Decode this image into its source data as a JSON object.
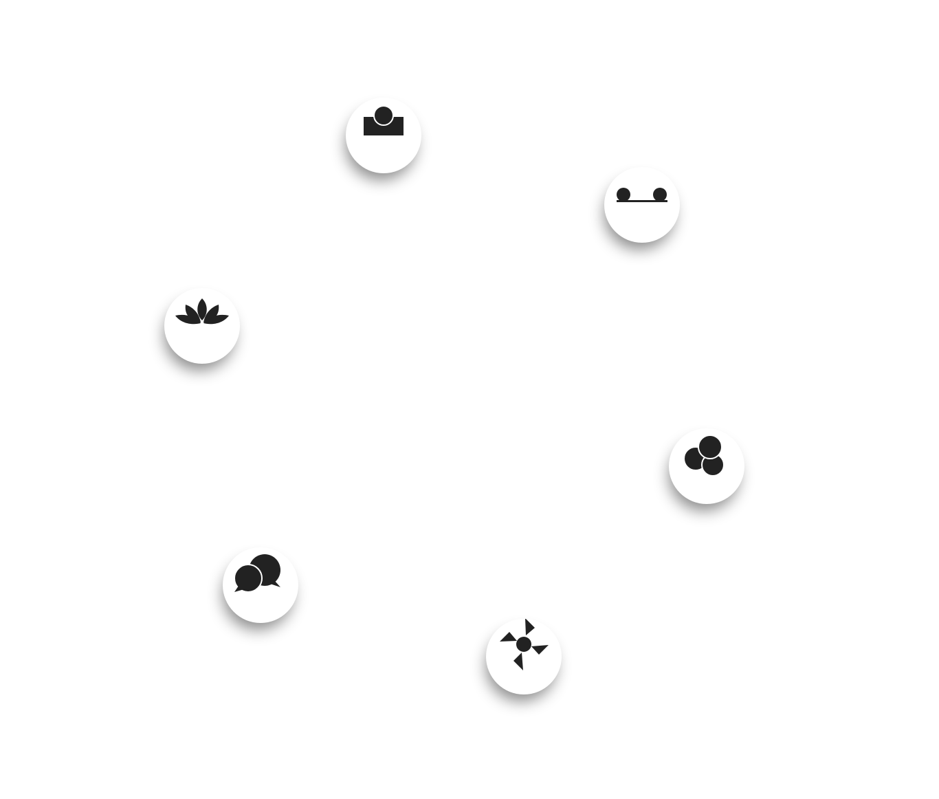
{
  "icons": [
    {
      "id": "camera",
      "name": "camera-icon"
    },
    {
      "id": "dots-line",
      "name": "two-dots-line-icon"
    },
    {
      "id": "lotus",
      "name": "lotus-icon"
    },
    {
      "id": "three-circles",
      "name": "three-circles-icon"
    },
    {
      "id": "chat",
      "name": "chat-bubbles-icon"
    },
    {
      "id": "pinwheel",
      "name": "pinwheel-icon"
    }
  ],
  "colors": {
    "icon": "#222222",
    "background": "#ffffff"
  }
}
